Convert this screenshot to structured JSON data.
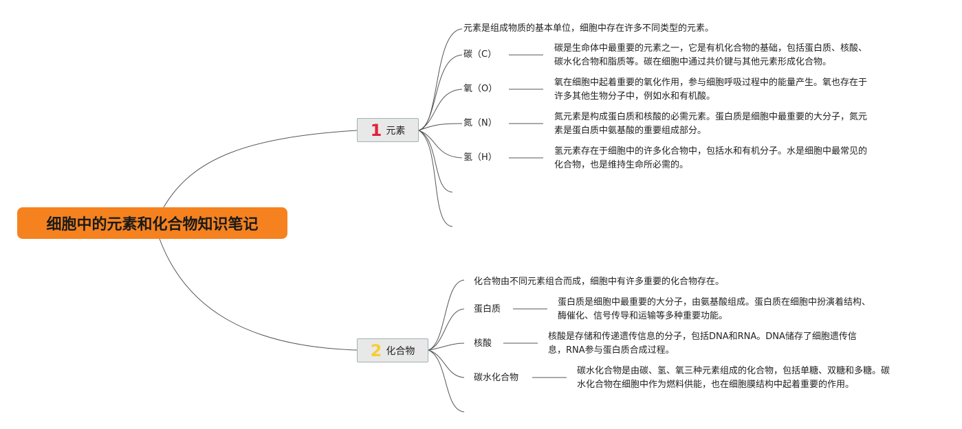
{
  "root": {
    "title": "细胞中的元素和化合物知识笔记"
  },
  "colors": {
    "root_bg": "#f5821f",
    "branch1_num": "#e0223a",
    "branch2_num": "#f7cd31",
    "line": "#555555"
  },
  "branches": [
    {
      "num": "1",
      "label": "元素",
      "intro": "元素是组成物质的基本单位，细胞中存在许多不同类型的元素。",
      "items": [
        {
          "label": "碳（C）",
          "desc": [
            "碳是生命体中最重要的元素之一，它是有机化合物的基础，包括蛋白质、核酸、",
            "碳水化合物和脂质等。碳在细胞中通过共价键与其他元素形成化合物。"
          ]
        },
        {
          "label": "氧（O）",
          "desc": [
            "氧在细胞中起着重要的氧化作用，参与细胞呼吸过程中的能量产生。氧也存在于",
            "许多其他生物分子中，例如水和有机酸。"
          ]
        },
        {
          "label": "氮（N）",
          "desc": [
            "氮元素是构成蛋白质和核酸的必需元素。蛋白质是细胞中最重要的大分子，氮元",
            "素是蛋白质中氨基酸的重要组成部分。"
          ]
        },
        {
          "label": "氢（H）",
          "desc": [
            "氢元素存在于细胞中的许多化合物中，包括水和有机分子。水是细胞中最常见的",
            "化合物，也是维持生命所必需的。"
          ]
        }
      ]
    },
    {
      "num": "2",
      "label": "化合物",
      "intro": "化合物由不同元素组合而成，细胞中有许多重要的化合物存在。",
      "items": [
        {
          "label": "蛋白质",
          "desc": [
            "蛋白质是细胞中最重要的大分子，由氨基酸组成。蛋白质在细胞中扮演着结构、",
            "酶催化、信号传导和运输等多种重要功能。"
          ]
        },
        {
          "label": "核酸",
          "desc": [
            "核酸是存储和传递遗传信息的分子，包括DNA和RNA。DNA储存了细胞遗传信",
            "息，RNA参与蛋白质合成过程。"
          ]
        },
        {
          "label": "碳水化合物",
          "desc": [
            "碳水化合物是由碳、氢、氧三种元素组成的化合物，包括单糖、双糖和多糖。碳",
            "水化合物在细胞中作为燃料供能，也在细胞膜结构中起着重要的作用。"
          ]
        }
      ]
    }
  ]
}
